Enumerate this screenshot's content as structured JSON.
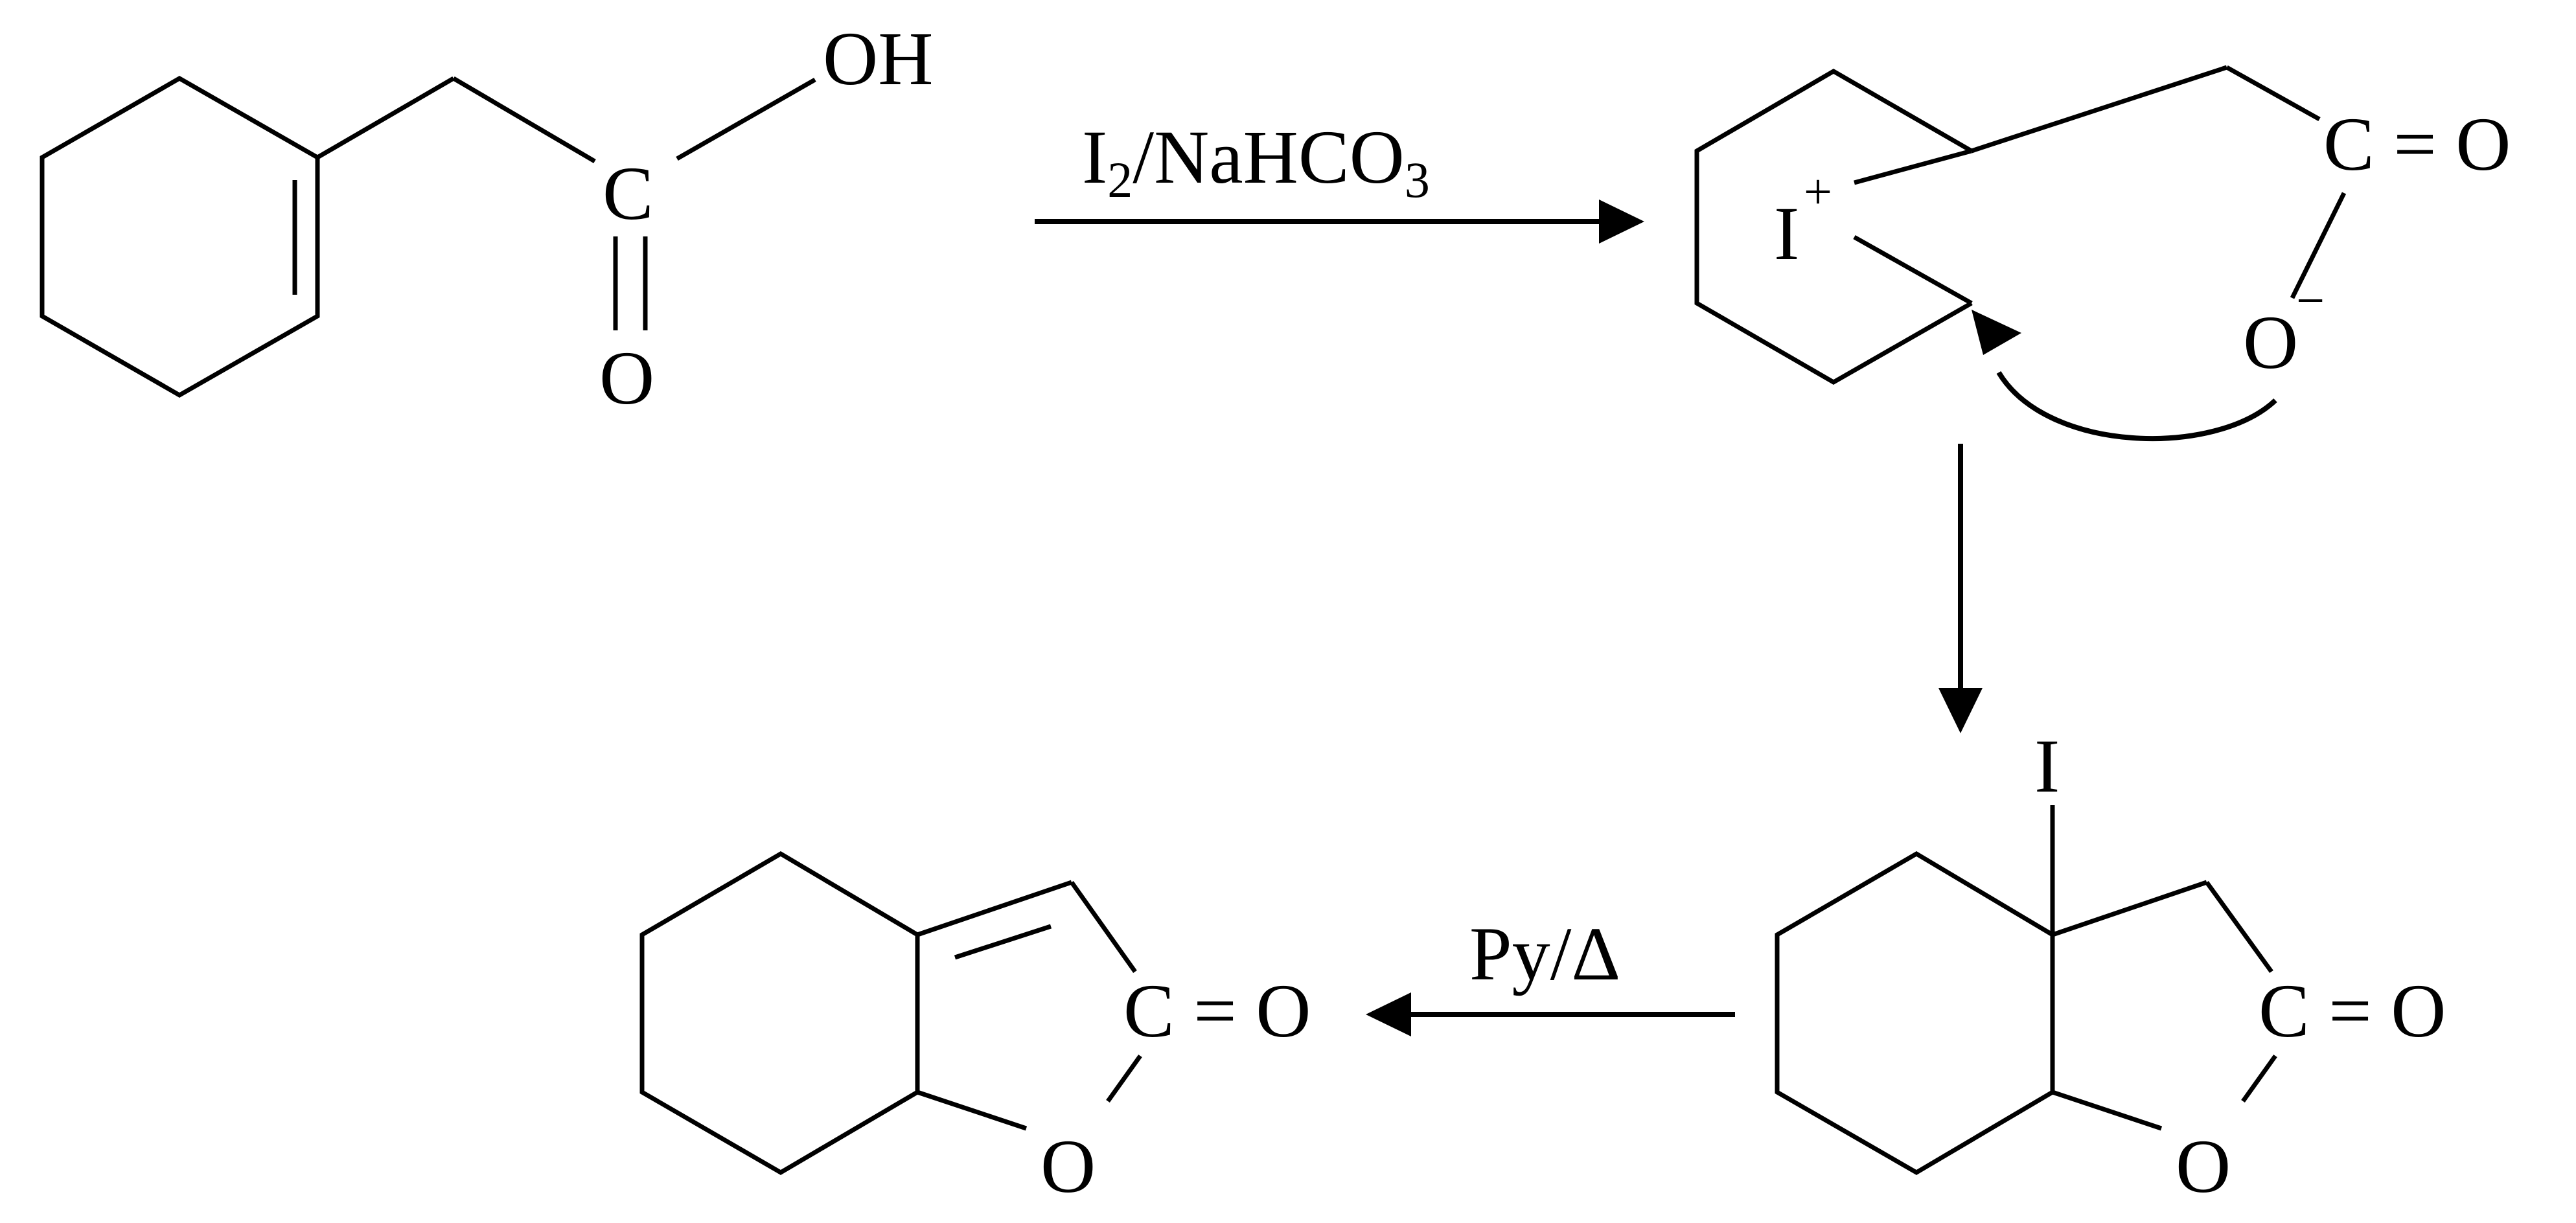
{
  "reagents": {
    "step1": {
      "iodine": "I",
      "iodine_count": "2",
      "slash": "/",
      "base": "NaHCO",
      "oxygen_count": "3"
    },
    "step3": "Py/Δ"
  },
  "atoms": {
    "oh": "OH",
    "c": "C",
    "o": "O",
    "iodonium": "I",
    "plus": "+",
    "minus": "−",
    "iodo": "I",
    "carbonyl": "C = O"
  }
}
